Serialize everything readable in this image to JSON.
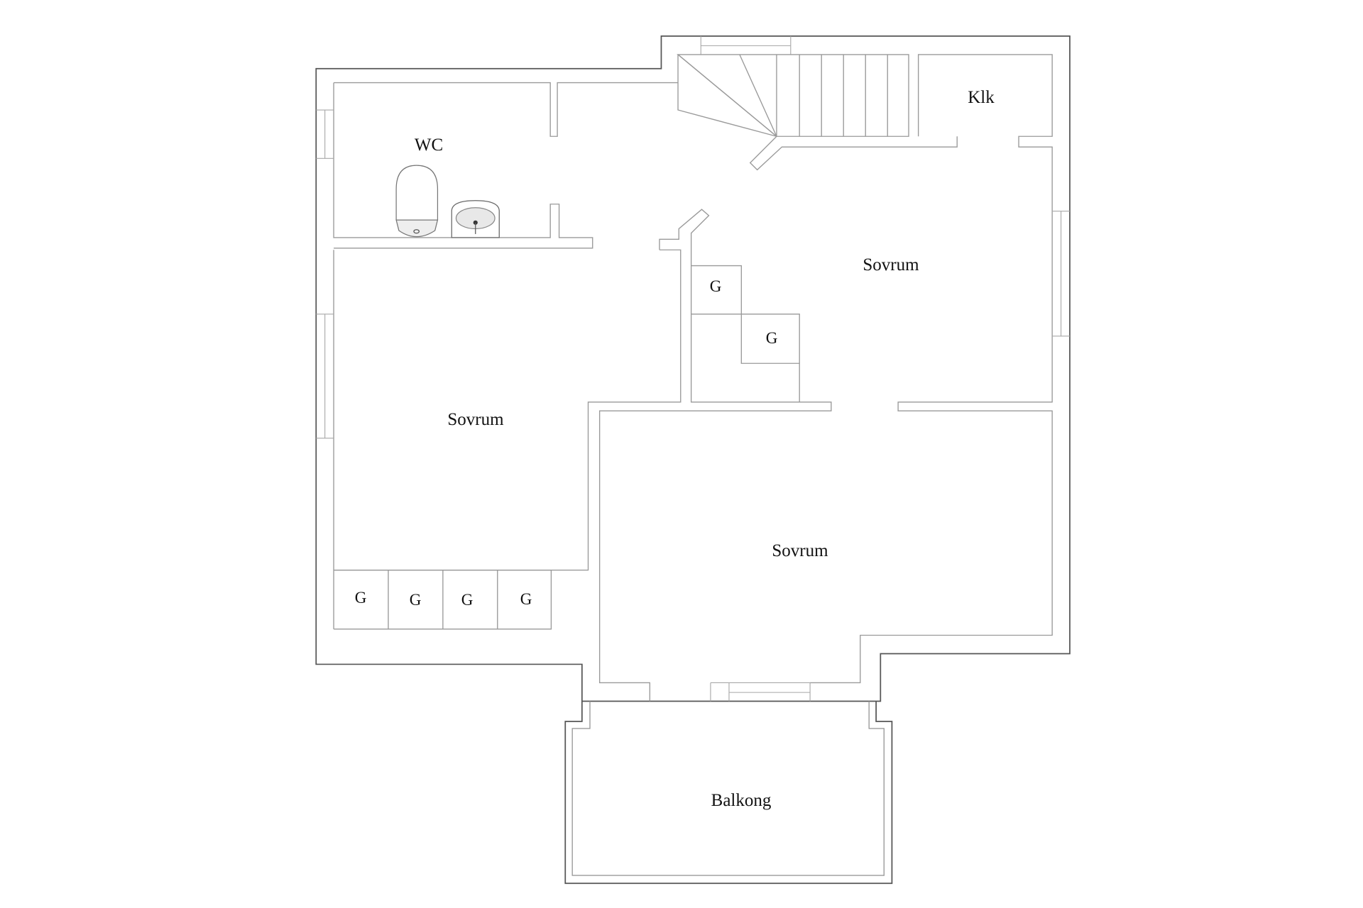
{
  "plan": {
    "rooms": [
      {
        "id": "wc",
        "label": "WC"
      },
      {
        "id": "klk",
        "label": "Klk"
      },
      {
        "id": "sovrum_ne",
        "label": "Sovrum"
      },
      {
        "id": "sovrum_w",
        "label": "Sovrum"
      },
      {
        "id": "sovrum_s",
        "label": "Sovrum"
      },
      {
        "id": "balkong",
        "label": "Balkong"
      }
    ],
    "wardrobes": [
      {
        "label": "G"
      },
      {
        "label": "G"
      },
      {
        "label": "G"
      },
      {
        "label": "G"
      },
      {
        "label": "G"
      },
      {
        "label": "G"
      }
    ],
    "fixtures": [
      "toilet",
      "sink",
      "staircase"
    ],
    "colors": {
      "outer_wall": "#555555",
      "inner_wall": "#9a9a9a",
      "text": "#111111",
      "background": "#ffffff"
    }
  }
}
